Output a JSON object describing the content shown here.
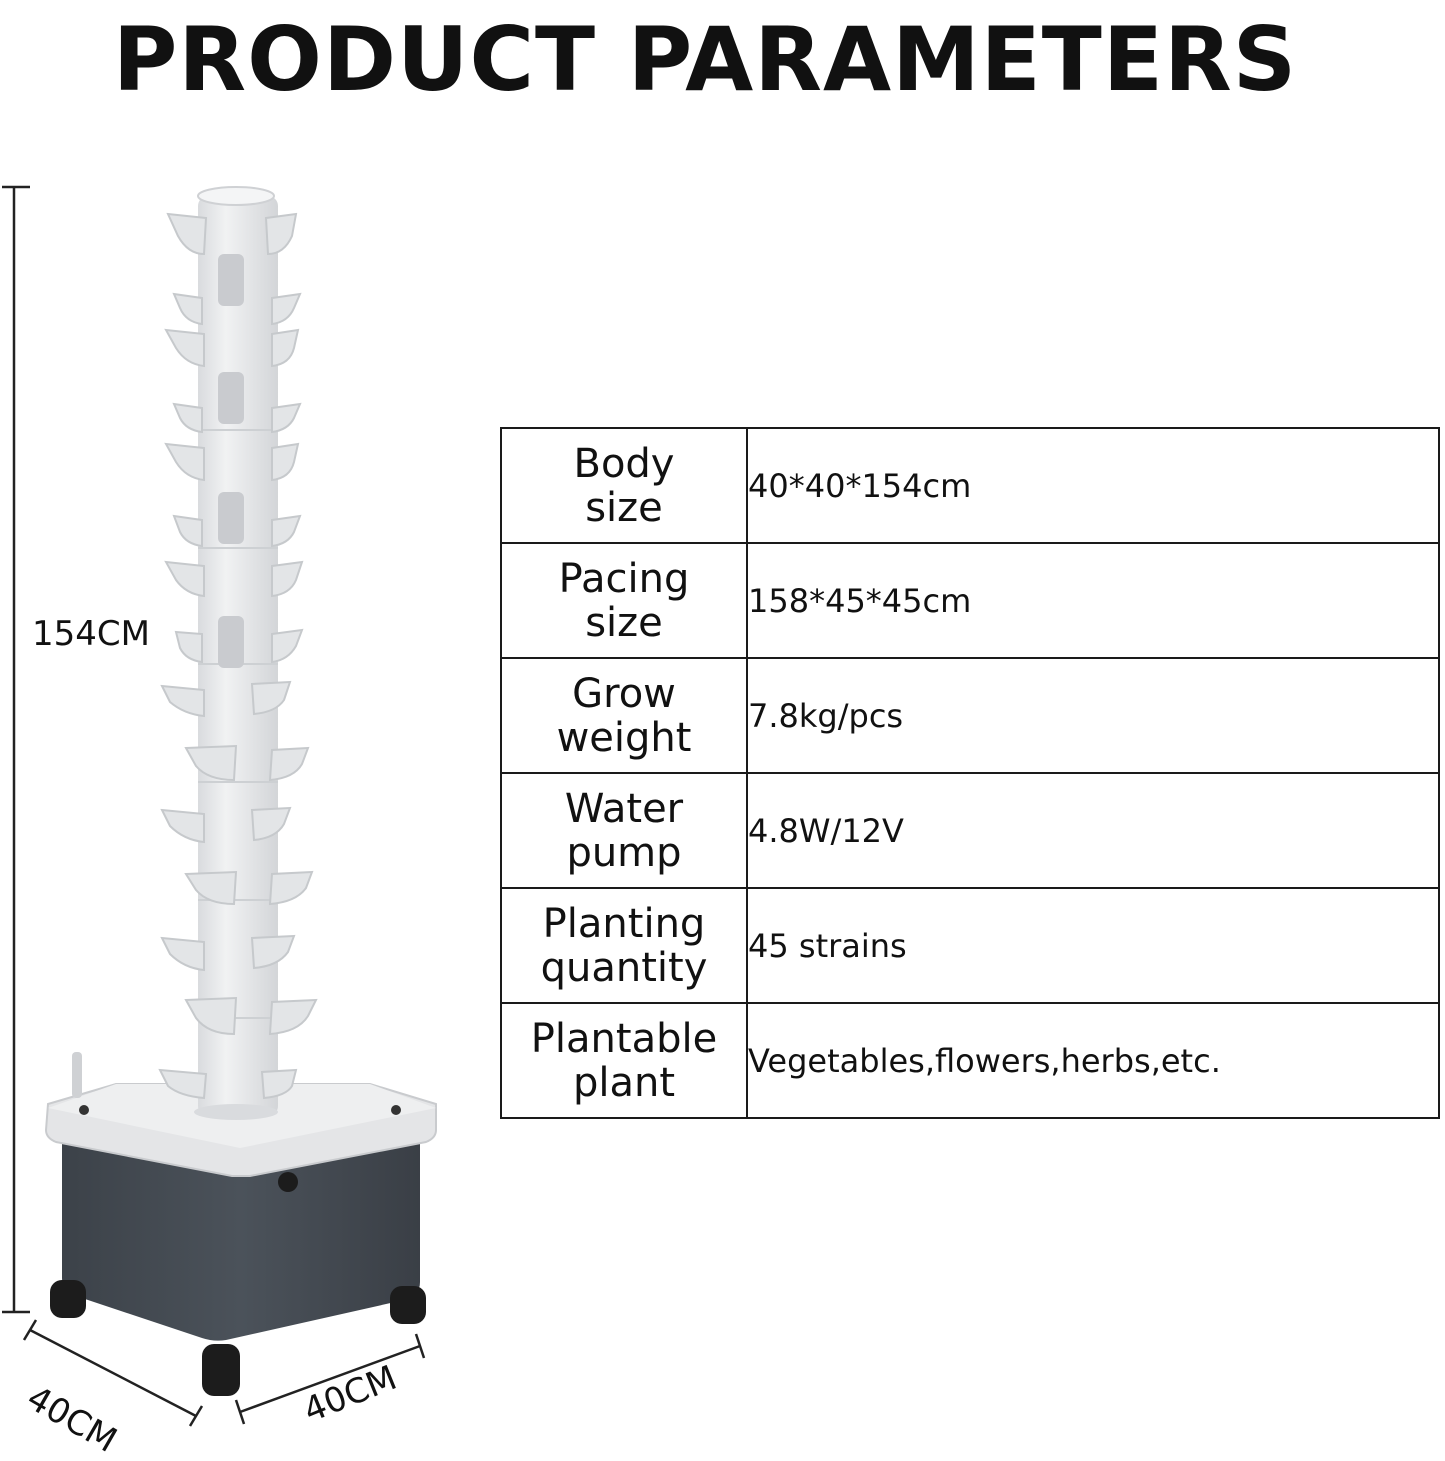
{
  "title": "PRODUCT PARAMETERS",
  "dimensions": {
    "height": "154CM",
    "depth": "40CM",
    "width": "40CM"
  },
  "parameters": [
    {
      "name_line1": "Body",
      "name_line2": "size",
      "value": "40*40*154cm"
    },
    {
      "name_line1": "Pacing",
      "name_line2": "size",
      "value": "158*45*45cm"
    },
    {
      "name_line1": "Grow",
      "name_line2": "weight",
      "value": "7.8kg/pcs"
    },
    {
      "name_line1": "Water",
      "name_line2": "pump",
      "value": "4.8W/12V"
    },
    {
      "name_line1": "Planting",
      "name_line2": "quantity",
      "value": "45 strains"
    },
    {
      "name_line1": "Plantable",
      "name_line2": "plant",
      "value": "Vegetables,flowers,herbs,etc."
    }
  ],
  "colors": {
    "tower": "#e9eaec",
    "tower_shade": "#d4d6d9",
    "base_lid": "#e6e7e9",
    "base_tank": "#464c54",
    "wheel": "#1c1c1c"
  }
}
